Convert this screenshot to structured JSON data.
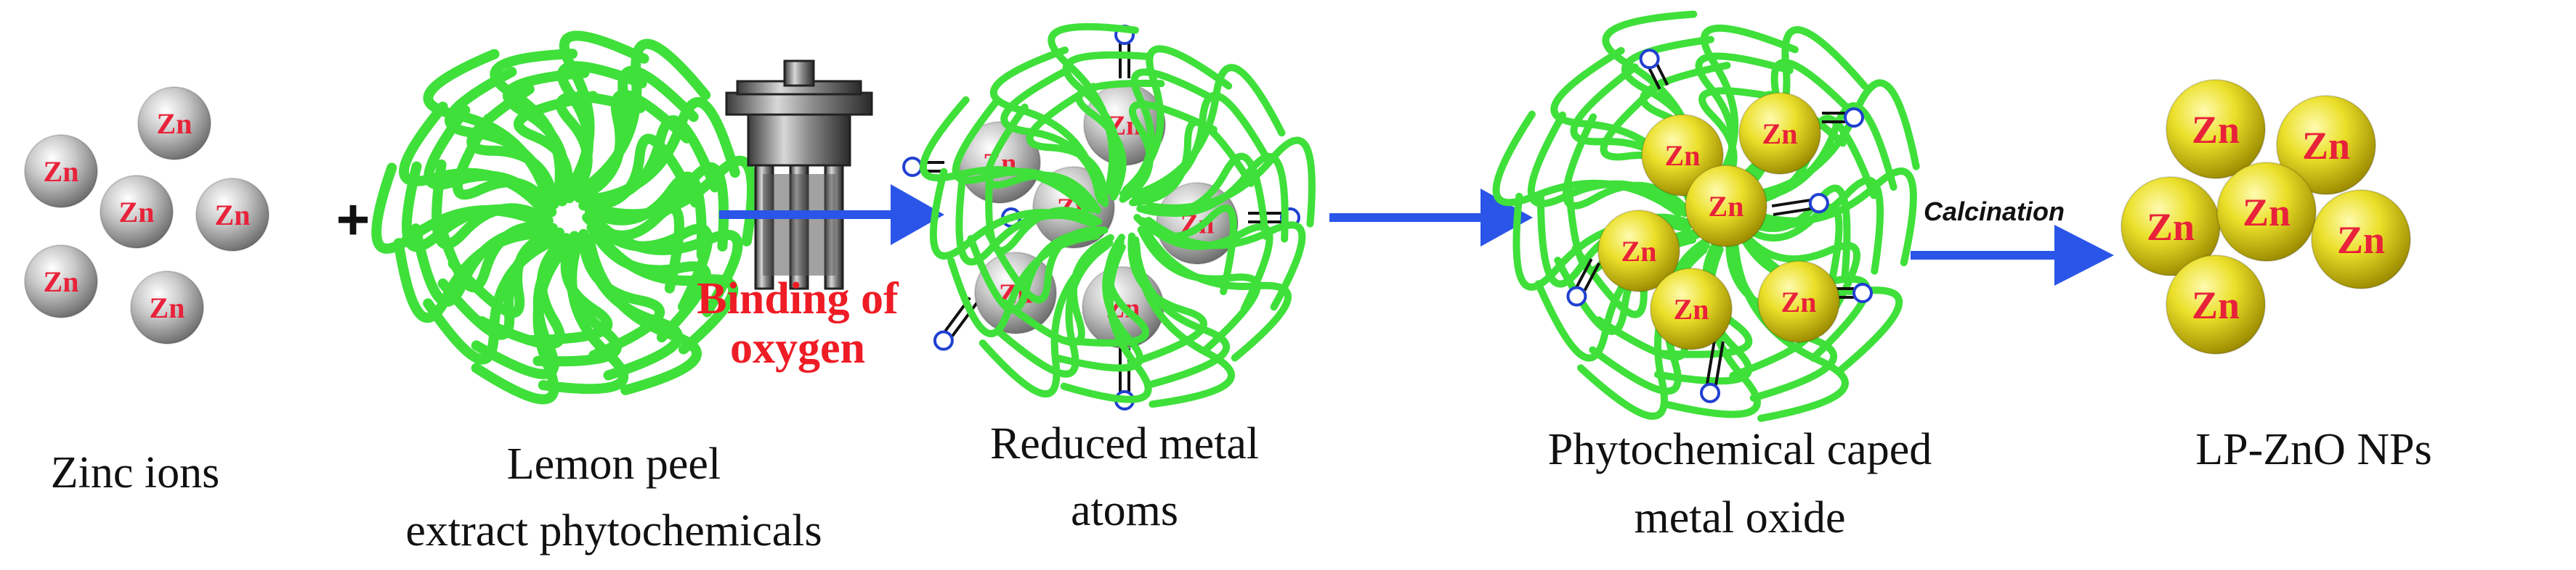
{
  "zinc_label": "Zn",
  "plus_sign": "+",
  "captions": {
    "zinc_ions": "Zinc ions",
    "lemon_line1": "Lemon peel",
    "lemon_line2": "extract phytochemicals",
    "reduced_line1": "Reduced metal",
    "reduced_line2": "atoms",
    "capped_line1": "Phytochemical caped",
    "capped_line2": "metal oxide",
    "product": "LP-ZnO NPs"
  },
  "arrow_labels": {
    "binding_line1": "Binding of",
    "binding_line2": "oxygen",
    "calcination": "Calcination"
  },
  "colors": {
    "arrow": "#2a55e8",
    "zn_text": "#e8223a",
    "binding_text": "#ee1c25",
    "gray_ion": "#9a9a9a",
    "gold_particle": "#e3d400",
    "leaf_green": "#3fe03a",
    "oxygen_circle": "#2040d0"
  }
}
